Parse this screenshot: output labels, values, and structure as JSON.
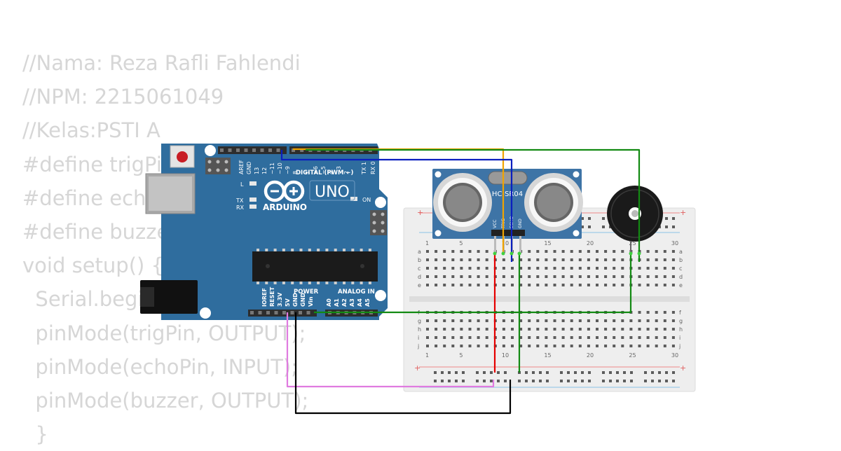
{
  "code_lines": [
    "//Nama: Reza Rafli Fahlendi",
    "//NPM: 2215061049",
    "//Kelas:PSTI A",
    "#define trigPin 12",
    "#define echoPin 11",
    "#define buzzer 10",
    "void setup() {",
    "  Serial.begin(9600);",
    "  pinMode(trigPin, OUTPUT);",
    "  pinMode(echoPin, INPUT);",
    "  pinMode(buzzer, OUTPUT);",
    "  }"
  ],
  "arduino": {
    "brand": "ARDUINO",
    "model": "UNO",
    "digital_label": "DIGITAL (PWM ~)",
    "power_label": "POWER",
    "analog_label": "ANALOG IN",
    "on_label": "ON",
    "l_label": "L",
    "tx_label": "TX",
    "rx_label": "RX",
    "top_pins": [
      "AREF",
      "GND",
      "13",
      "12",
      "~11",
      "~10",
      "~9",
      "8",
      "7",
      "~6",
      "~5",
      "4",
      "~3",
      "2",
      "TX 1",
      "RX 0"
    ],
    "power_pins": [
      "IOREF",
      "RESET",
      "3.3V",
      "5V",
      "GND",
      "GND",
      "Vin"
    ],
    "analog_pins": [
      "A0",
      "A1",
      "A2",
      "A3",
      "A4",
      "A5"
    ]
  },
  "sensor": {
    "label": "HC-SR04",
    "pins": [
      "VCC",
      "TRIG",
      "ECHO",
      "GND"
    ]
  },
  "breadboard": {
    "column_labels": [
      "1",
      "5",
      "10",
      "15",
      "20",
      "25",
      "30"
    ],
    "rows_top": [
      "a",
      "b",
      "c",
      "d",
      "e"
    ],
    "rows_bottom": [
      "f",
      "g",
      "h",
      "i",
      "j"
    ]
  },
  "colors": {
    "board": "#2f6d9e",
    "wire_5v": "#e60000",
    "wire_gnd": "#000000",
    "wire_trig": "#f0a400",
    "wire_echo": "#0a1fbf",
    "wire_buzzer": "#138a13",
    "wire_pink": "#e07be0",
    "code_text": "#d6d6d6"
  }
}
